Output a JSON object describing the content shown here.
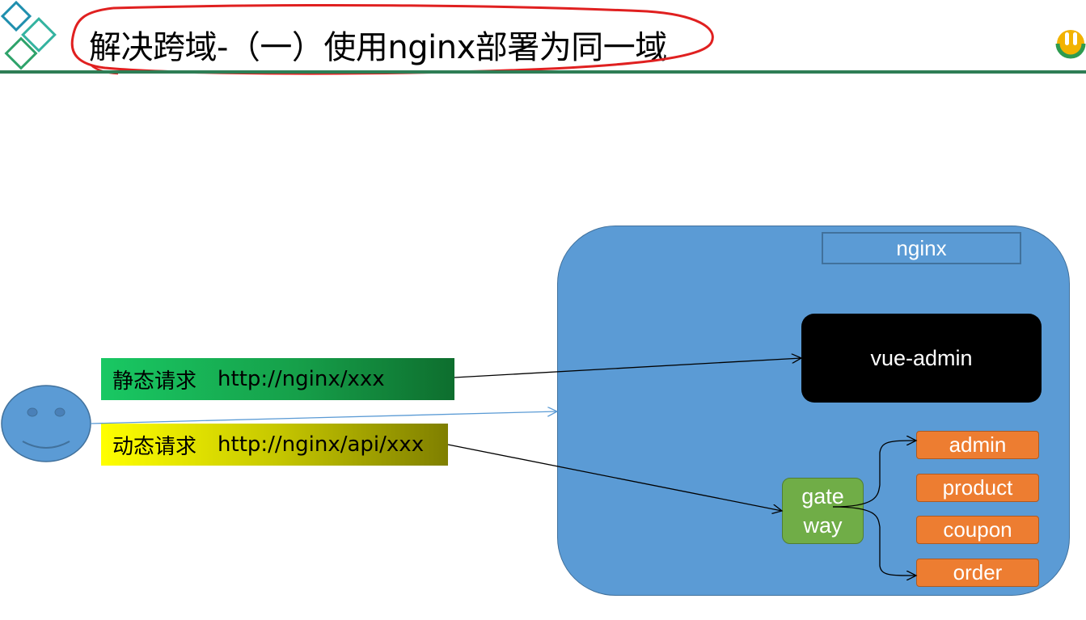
{
  "slide": {
    "title": "解决跨域-（一）使用nginx部署为同一域"
  },
  "diagram": {
    "nginx_label": "nginx",
    "vue_admin_label": "vue-admin",
    "gateway_lines": [
      "gate",
      "way"
    ],
    "services": [
      "admin",
      "product",
      "coupon",
      "order"
    ],
    "static_request": {
      "label": "静态请求",
      "url": "http://nginx/xxx"
    },
    "dynamic_request": {
      "label": "动态请求",
      "url": "http://nginx/api/xxx"
    }
  },
  "icons": {
    "logo_left": "diamond-logo-icon",
    "logo_right": "brand-u-logo-icon",
    "user": "smiley-face-icon"
  },
  "colors": {
    "header_rule": "#2e7d55",
    "nginx_box": "#5b9bd5",
    "vue_admin": "#000000",
    "gateway": "#70ad47",
    "service": "#ed7d31",
    "static_request_gradient": [
      "#19c863",
      "#0e6e2e"
    ],
    "dynamic_request_gradient": [
      "#ffff00",
      "#7f7f00"
    ],
    "title_annotation": "#e02020"
  }
}
